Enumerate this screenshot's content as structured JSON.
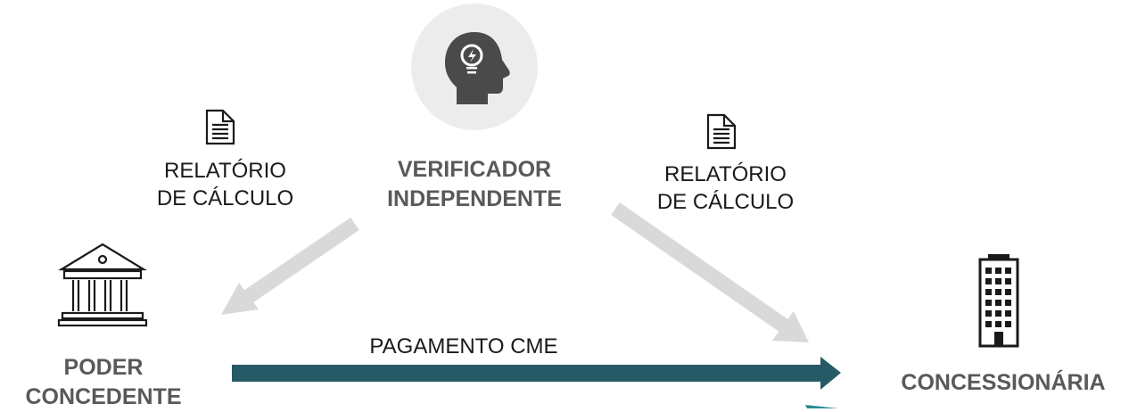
{
  "center": {
    "line1": "VERIFICADOR",
    "line2": "INDEPENDENTE"
  },
  "left_report": {
    "line1": "RELATÓRIO",
    "line2": "DE CÁLCULO"
  },
  "right_report": {
    "line1": "RELATÓRIO",
    "line2": "DE CÁLCULO"
  },
  "left_entity": {
    "line1": "PODER",
    "line2": "CONCEDENTE"
  },
  "right_entity": {
    "line1": "CONCESSIONÁRIA"
  },
  "payment": {
    "label": "PAGAMENTO CME"
  },
  "icons": {
    "center": "head-lightbulb-icon",
    "report": "document-icon",
    "left_entity": "government-building-icon",
    "right_entity": "office-building-icon"
  },
  "colors": {
    "payment_arrow": "#265a66",
    "report_arrows": "#d9d9d9",
    "text_bold": "#595959",
    "icon_circle": "#ececec",
    "icon_fill": "#4a4a4a"
  }
}
